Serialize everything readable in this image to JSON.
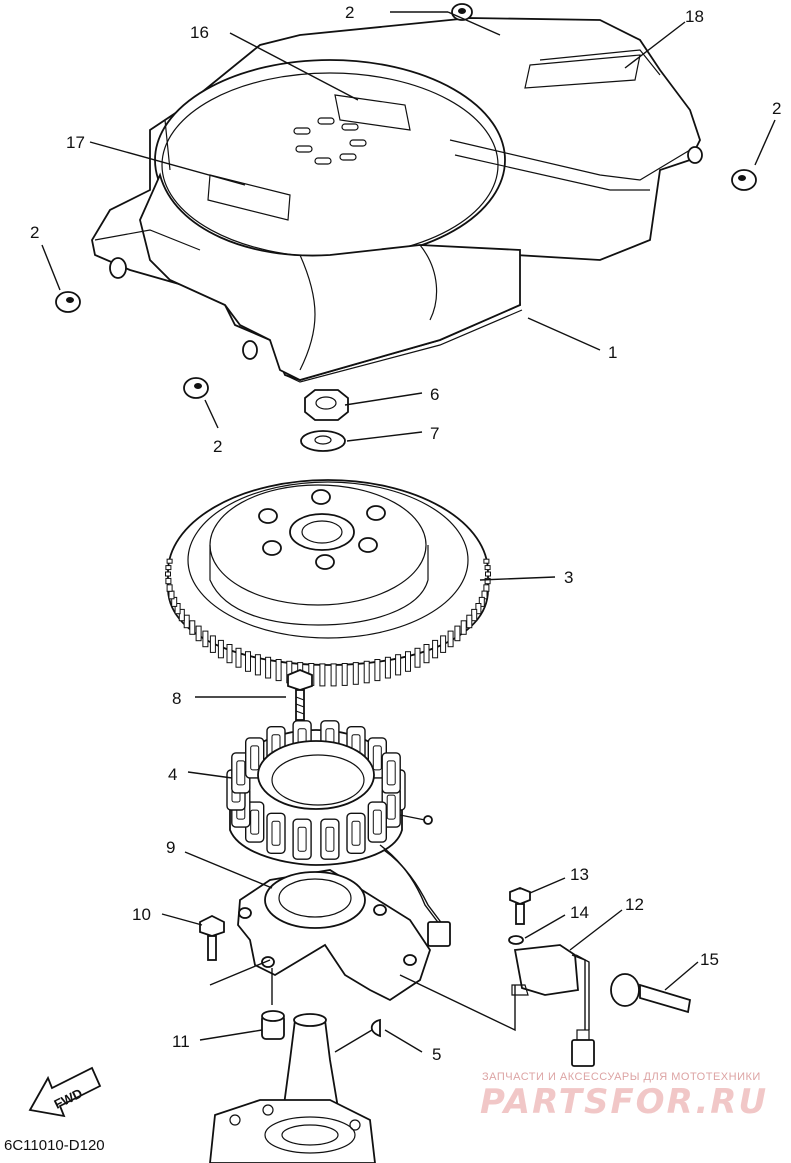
{
  "callouts": [
    {
      "id": "c1",
      "text": "1"
    },
    {
      "id": "c2a",
      "text": "2"
    },
    {
      "id": "c2b",
      "text": "2"
    },
    {
      "id": "c2c",
      "text": "2"
    },
    {
      "id": "c2d",
      "text": "2"
    },
    {
      "id": "c3",
      "text": "3"
    },
    {
      "id": "c4",
      "text": "4"
    },
    {
      "id": "c5",
      "text": "5"
    },
    {
      "id": "c6",
      "text": "6"
    },
    {
      "id": "c7",
      "text": "7"
    },
    {
      "id": "c8",
      "text": "8"
    },
    {
      "id": "c9",
      "text": "9"
    },
    {
      "id": "c10",
      "text": "10"
    },
    {
      "id": "c11",
      "text": "11"
    },
    {
      "id": "c12",
      "text": "12"
    },
    {
      "id": "c13",
      "text": "13"
    },
    {
      "id": "c14",
      "text": "14"
    },
    {
      "id": "c15",
      "text": "15"
    },
    {
      "id": "c16",
      "text": "16"
    },
    {
      "id": "c17",
      "text": "17"
    },
    {
      "id": "c18",
      "text": "18"
    }
  ],
  "fwd_label": "FWD",
  "diagram_code": "6C11010-D120",
  "watermark": {
    "tagline": "ЗАПЧАСТИ И АКСЕССУАРЫ ДЛЯ МОТОТЕХНИКИ",
    "brand": "PARTSFOR.RU"
  },
  "colors": {
    "line": "#111111",
    "background": "#ffffff",
    "watermark": "#f0c2c2"
  }
}
